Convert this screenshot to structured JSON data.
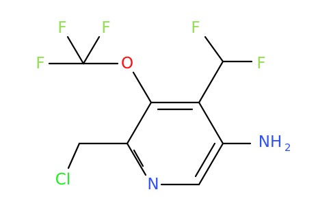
{
  "molecule": {
    "atoms": {
      "f1": "F",
      "f2": "F",
      "f3": "F",
      "o": "O",
      "f4": "F",
      "f5": "F",
      "cl": "Cl",
      "n": "N",
      "nh2_main": "NH",
      "nh2_sub": "2"
    },
    "colors": {
      "fluorine": "#90E050",
      "oxygen": "#FF0D0D",
      "chlorine": "#1FF01F",
      "nitrogen": "#3050F8",
      "bond": "#000000"
    }
  }
}
